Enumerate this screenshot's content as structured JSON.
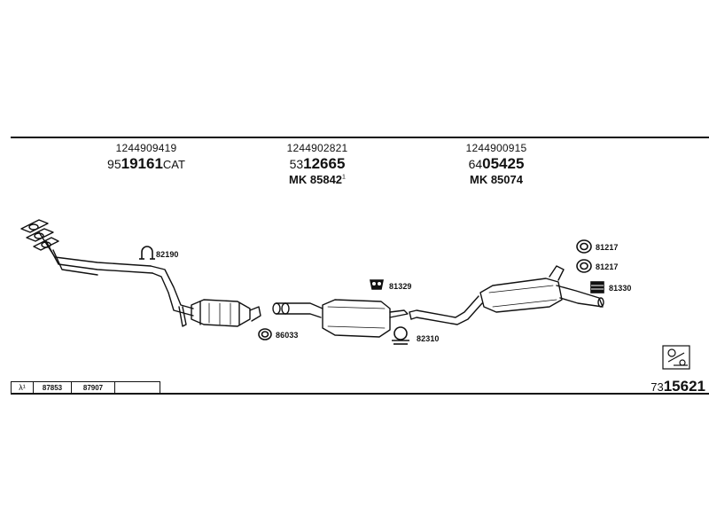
{
  "parts": [
    {
      "oe": "1244909419",
      "num_prefix": "95",
      "num_main": "19161",
      "num_suffix": "CAT",
      "mk": ""
    },
    {
      "oe": "1244902821",
      "num_prefix": "53",
      "num_main": "12665",
      "num_suffix": "",
      "mk": "MK 85842",
      "mk_sup": "1"
    },
    {
      "oe": "1244900915",
      "num_prefix": "64",
      "num_main": "05425",
      "num_suffix": "",
      "mk": "MK 85074"
    }
  ],
  "refs": {
    "r82190": "82190",
    "r86033": "86033",
    "r81329": "81329",
    "r82310": "82310",
    "r81217a": "81217",
    "r81217b": "81217",
    "r81330": "81330"
  },
  "lambda_table": {
    "symbol": "λ¹",
    "cells": [
      "87853",
      "87907",
      ""
    ]
  },
  "set_number": {
    "prefix": "73",
    "main": "15621"
  },
  "icons": [
    "fitting-kit-icon"
  ]
}
